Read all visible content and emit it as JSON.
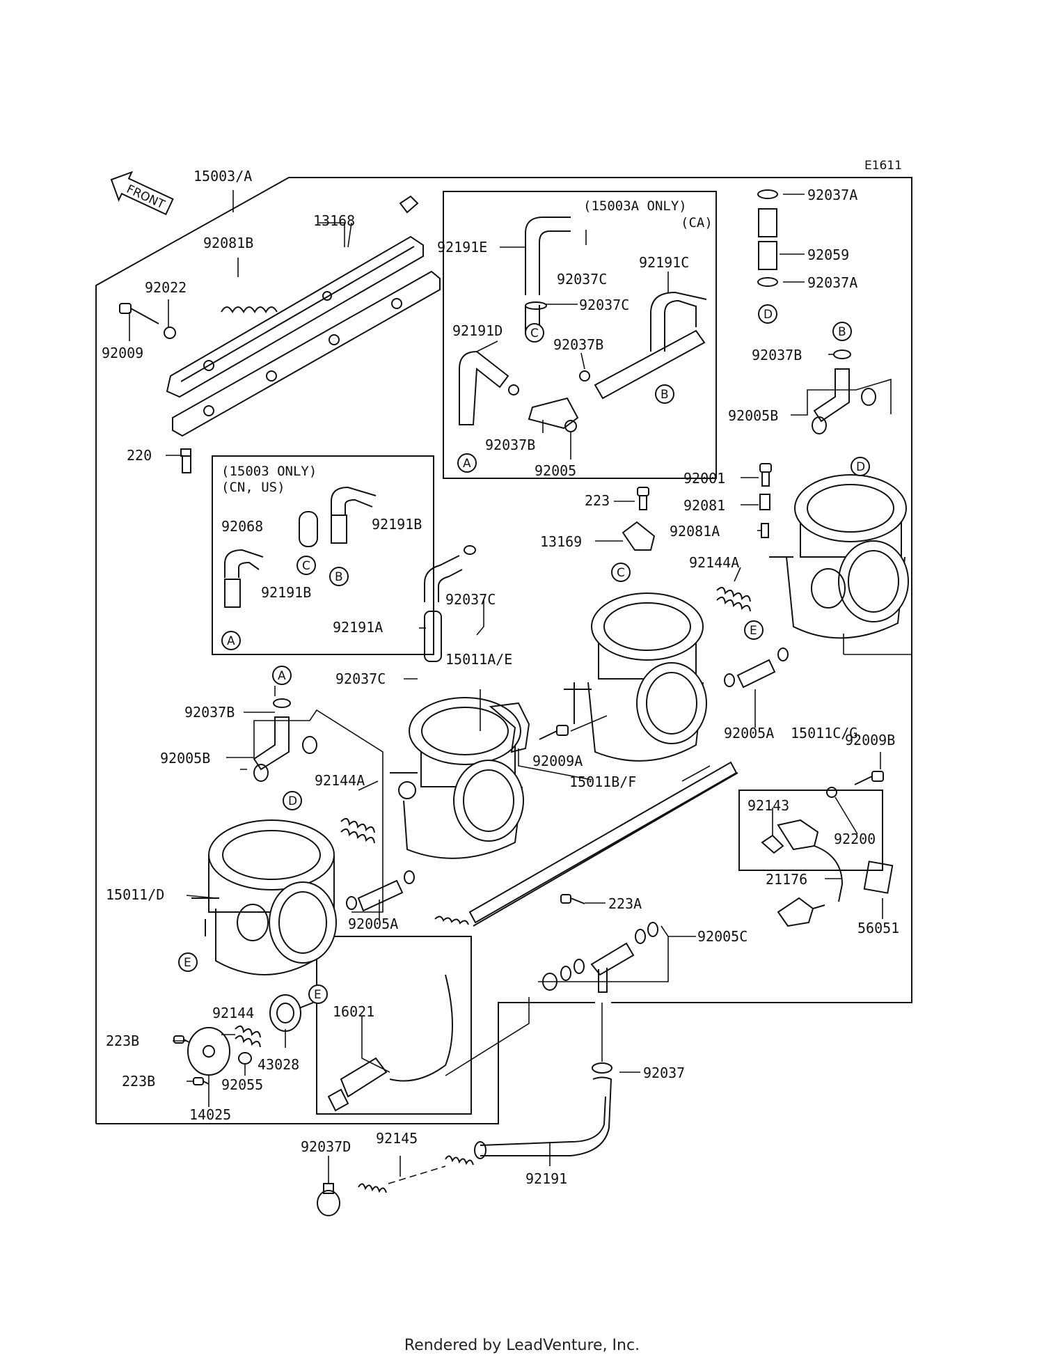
{
  "diagram_code": "E1611",
  "front_label": "FRONT",
  "footer": "Rendered by LeadVenture, Inc.",
  "notes": {
    "ca_box_title": "(15003A ONLY)",
    "ca_box_region": "(CA)",
    "cnus_box_title": "(15003 ONLY)",
    "cnus_box_region": "(CN, US)"
  },
  "markers": [
    "A",
    "B",
    "C",
    "D",
    "E"
  ],
  "parts": [
    "15003/A",
    "13168",
    "92081B",
    "92022",
    "92009",
    "220",
    "92191E",
    "92037C",
    "92037C",
    "92191C",
    "92191D",
    "92037B",
    "92037B",
    "92005",
    "92037A",
    "92059",
    "92037A",
    "92037B",
    "92005B",
    "92068",
    "92191B",
    "92191B",
    "223",
    "13169",
    "92001",
    "92081",
    "92081A",
    "92144A",
    "92037C",
    "92191A",
    "15011A/E",
    "92037C",
    "92037B",
    "92005B",
    "92009A",
    "15011B/F",
    "92005A",
    "15011C/G",
    "92144A",
    "15011/D",
    "92005A",
    "92009B",
    "92143",
    "92200",
    "21176",
    "56051",
    "223A",
    "92005C",
    "92144",
    "223B",
    "43028",
    "16021",
    "223B",
    "92055",
    "14025",
    "92037",
    "92037D",
    "92145",
    "92191"
  ]
}
